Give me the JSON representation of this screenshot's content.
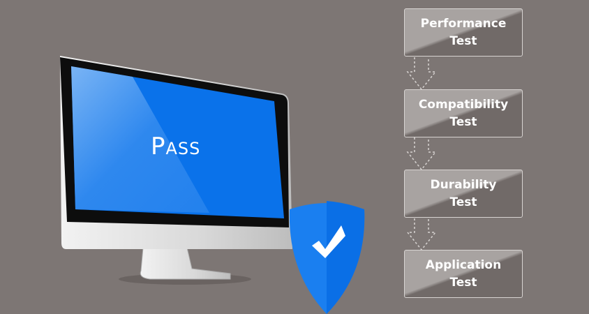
{
  "screen": {
    "text_first": "P",
    "text_rest": "ASS"
  },
  "steps": [
    {
      "line1": "Performance",
      "line2": "Test"
    },
    {
      "line1": "Compatibility",
      "line2": "Test"
    },
    {
      "line1": "Durability",
      "line2": "Test"
    },
    {
      "line1": "Application",
      "line2": "Test"
    }
  ],
  "colors": {
    "background": "#7d7674",
    "screen": "#1a7ff0",
    "shield": "#1a7ff0"
  }
}
